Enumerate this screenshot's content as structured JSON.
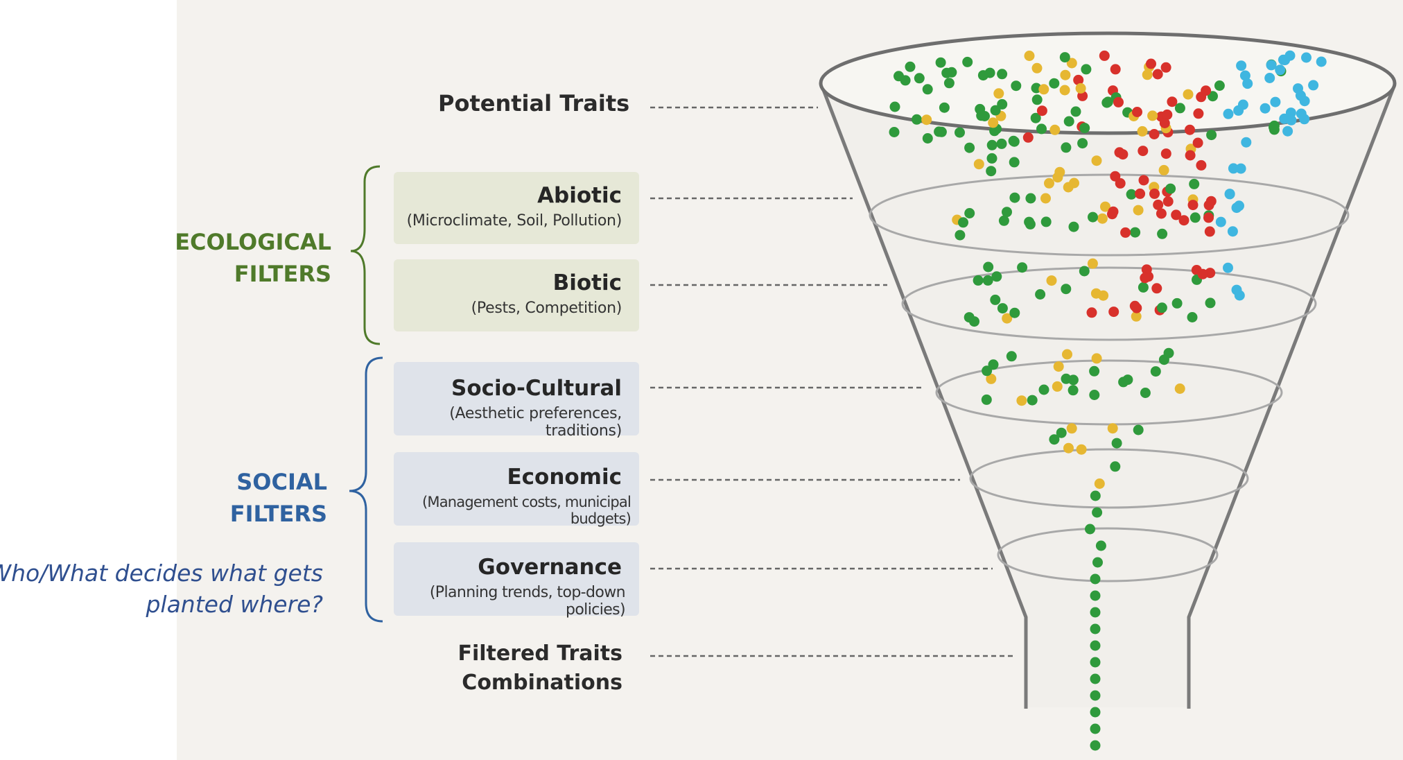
{
  "labels": {
    "top": "Potential Traits",
    "bottom_line1": "Filtered Traits",
    "bottom_line2": "Combinations"
  },
  "groups": {
    "ecological": {
      "line1": "ECOLOGICAL",
      "line2": "FILTERS",
      "color": "#4f7a2a"
    },
    "social": {
      "line1": "SOCIAL",
      "line2": "FILTERS",
      "color": "#2f62a0"
    }
  },
  "filters": [
    {
      "title": "Abiotic",
      "detail": "(Microclimate, Soil, Pollution)",
      "group": "ecological"
    },
    {
      "title": "Biotic",
      "detail": "(Pests, Competition)",
      "group": "ecological"
    },
    {
      "title": "Socio-Cultural",
      "detail": "(Aesthetic preferences, traditions)",
      "group": "social"
    },
    {
      "title": "Economic",
      "detail": "(Management costs, municipal budgets)",
      "group": "social"
    },
    {
      "title": "Governance",
      "detail": "(Planning trends, top-down policies)",
      "group": "social"
    }
  ],
  "question": {
    "line1": "Who/What decides what gets",
    "line2": "planted where?"
  },
  "colors": {
    "green": "#2f9a3c",
    "yellow": "#e6b732",
    "red": "#d8312b",
    "cyan": "#3fb6e0",
    "funnel_stroke": "#777777"
  }
}
